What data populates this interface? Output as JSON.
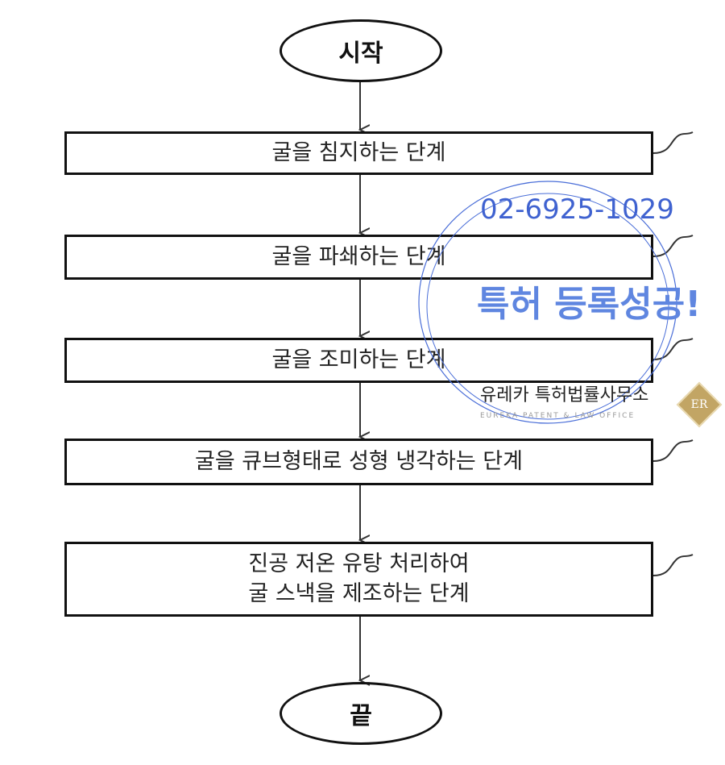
{
  "start": {
    "label": "시작"
  },
  "steps": [
    {
      "lines": [
        "굴을 침지하는 단계"
      ]
    },
    {
      "lines": [
        "굴을 파쇄하는 단계"
      ]
    },
    {
      "lines": [
        "굴을 조미하는 단계"
      ]
    },
    {
      "lines": [
        "굴을 큐브형태로 성형 냉각하는 단계"
      ]
    },
    {
      "lines": [
        "진공 저온 유탕 처리하여",
        "굴 스낵을 제조하는 단계"
      ]
    }
  ],
  "end": {
    "label": "끝"
  },
  "watermark": {
    "logo": "ER",
    "headline": "특허 등록성공!",
    "phone": "02-6925-1029",
    "firm": "유레카 특허법률사무소",
    "firm_en": "EUREKA PATENT & LAW OFFICE",
    "colors": {
      "primary": "#5f86e0",
      "gold": "#c2a564"
    }
  }
}
